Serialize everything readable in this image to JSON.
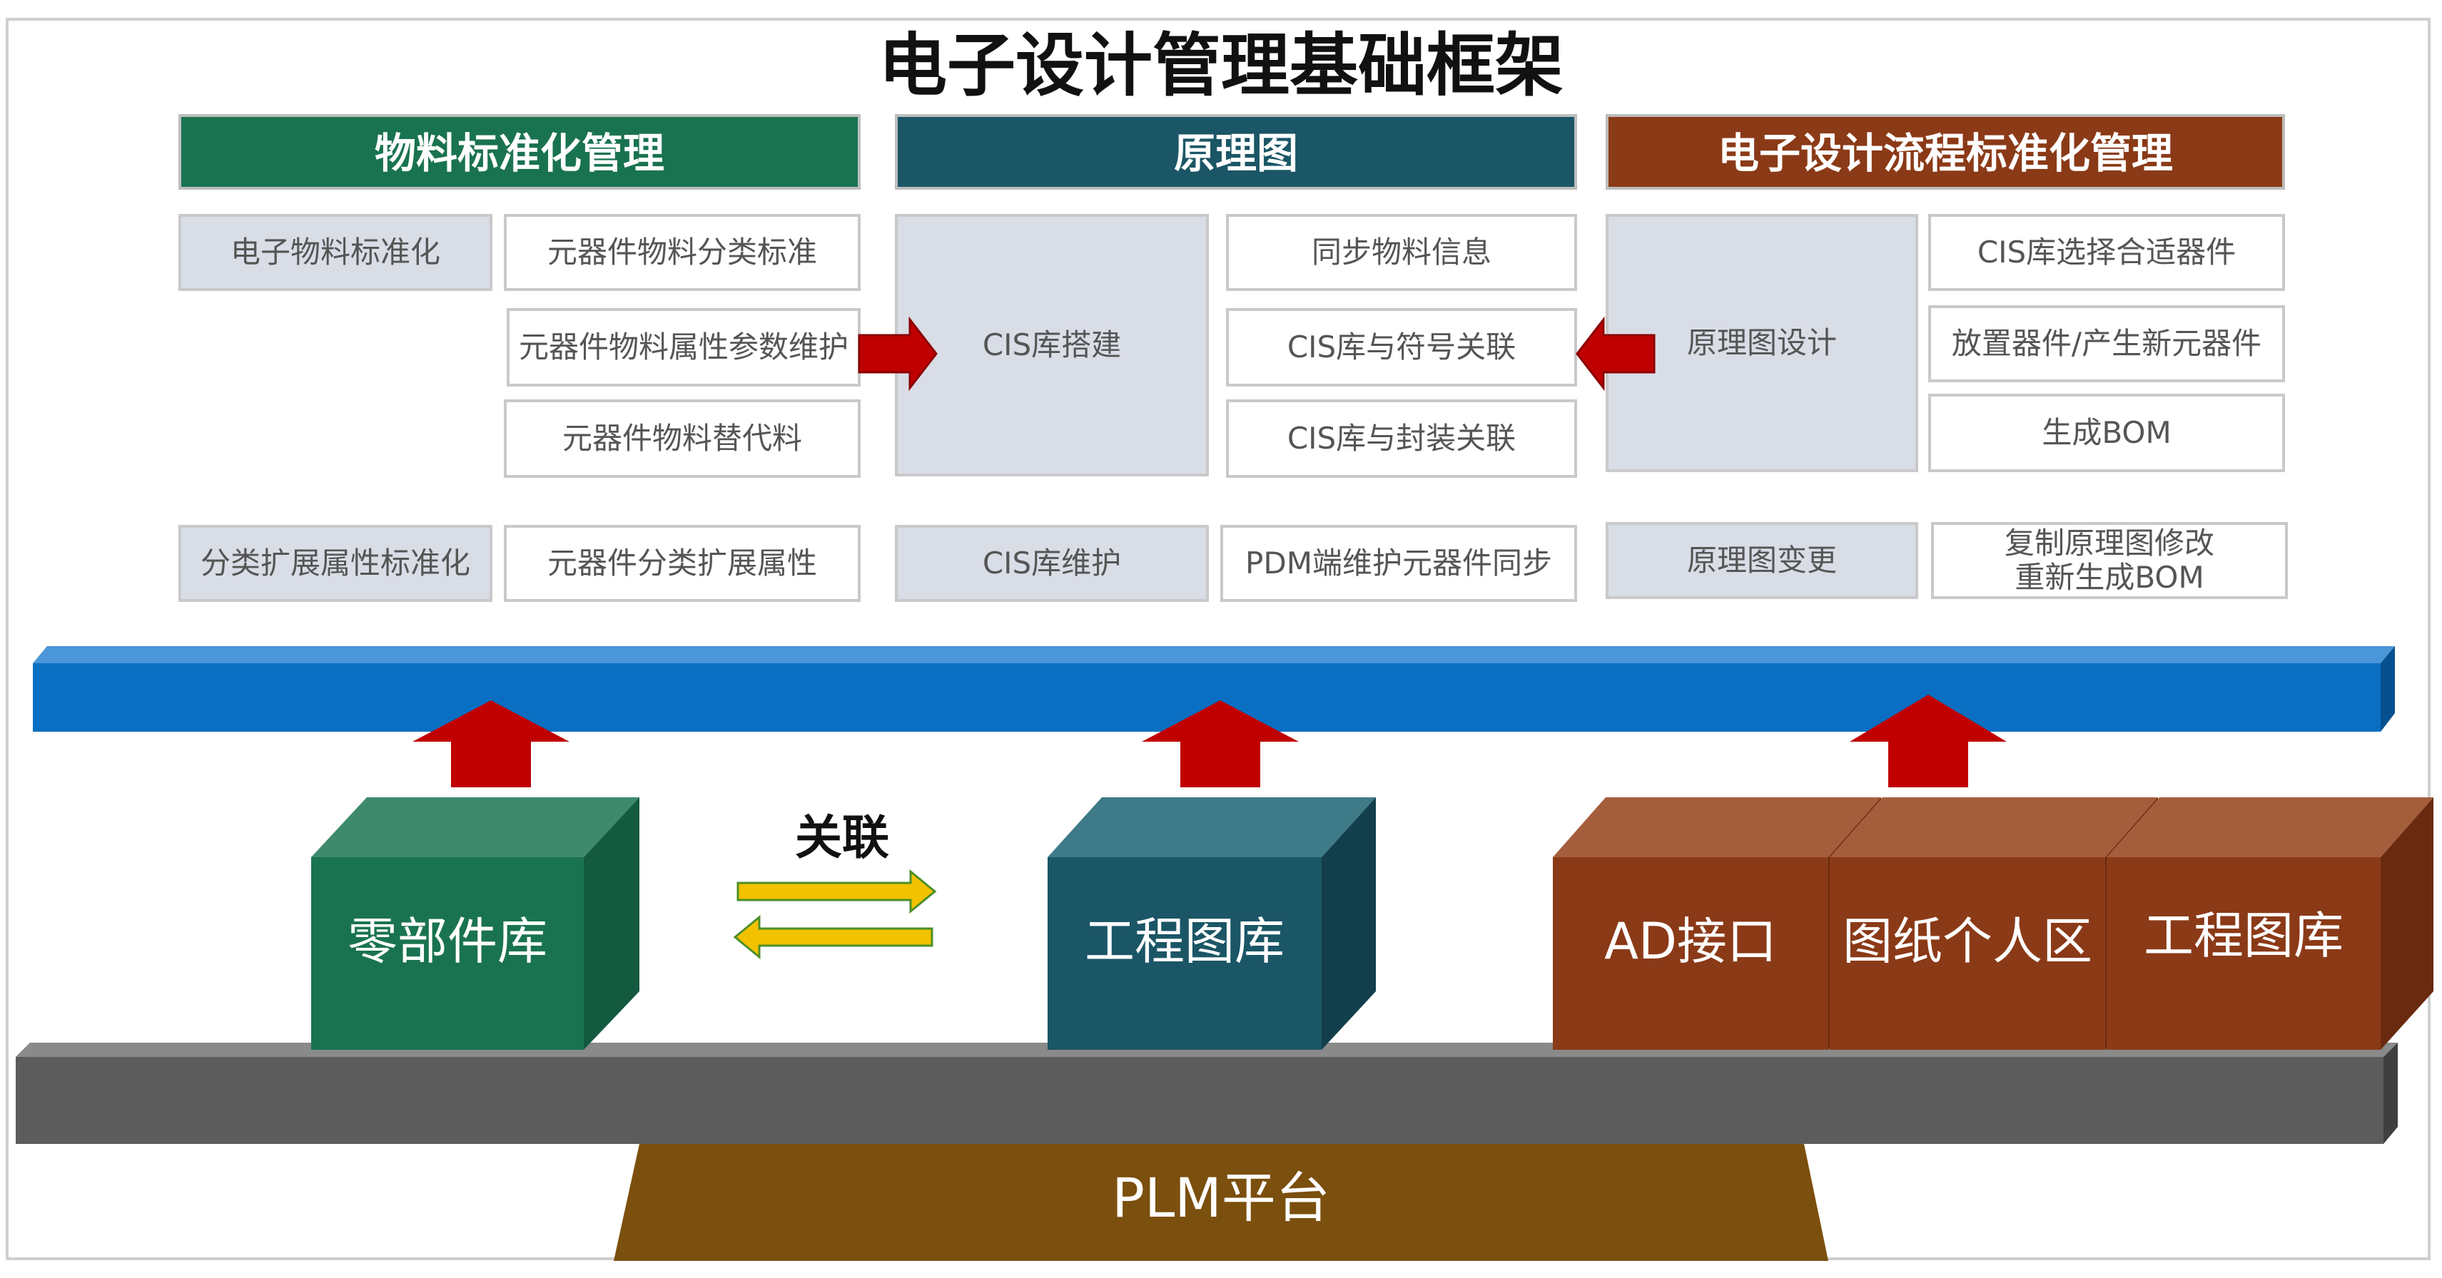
{
  "title": "电子设计管理基础框架",
  "headers": {
    "materials": "物料标准化管理",
    "schematic": "原理图",
    "process": "电子设计流程标准化管理"
  },
  "materials": {
    "left": [
      "电子物料标准化",
      "分类扩展属性标准化"
    ],
    "right": [
      "元器件物料分类标准",
      "元器件物料属性参数维护",
      "元器件物料替代料",
      "元器件分类扩展属性"
    ]
  },
  "schematic": {
    "left": [
      "CIS库搭建",
      "CIS库维护"
    ],
    "right": [
      "同步物料信息",
      "CIS库与符号关联",
      "CIS库与封装关联",
      "PDM端维护元器件同步"
    ]
  },
  "process": {
    "left": [
      "原理图设计",
      "原理图变更"
    ],
    "right": [
      "CIS库选择合适器件",
      "放置器件/产生新元器件",
      "生成BOM",
      "复制原理图修改",
      "重新生成BOM"
    ]
  },
  "cubes": {
    "parts": "零部件库",
    "drawings": "工程图库",
    "ad": "AD接口",
    "personal": "图纸个人区",
    "eng": "工程图库"
  },
  "link_label": "关联",
  "platform": "PLM平台",
  "colors": {
    "green": "#1a7350",
    "teal": "#1b5666",
    "brown": "#8b3a17",
    "blue_bar": "#0a6fc2",
    "grey_bar": "#5c5c5c",
    "gold_base": "#7b4f0d",
    "red_arrow": "#c00000",
    "yellow_arrow": "#f2c200"
  }
}
